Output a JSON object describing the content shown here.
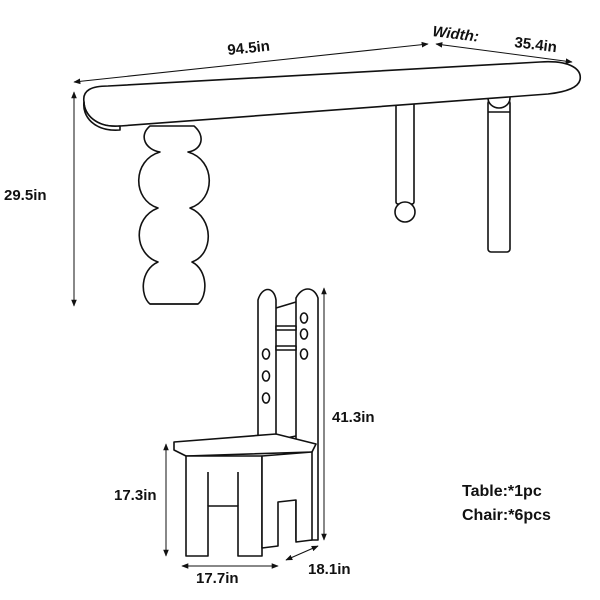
{
  "table": {
    "length_label": "94.5in",
    "width_prefix": "Width:",
    "width_value": "35.4in",
    "height_label": "29.5in"
  },
  "chair": {
    "height_label": "41.3in",
    "seat_height_label": "17.3in",
    "width_label": "17.7in",
    "depth_label": "18.1in"
  },
  "quantities": {
    "table": "Table:*1pc",
    "chair": "Chair:*6pcs"
  },
  "colors": {
    "line": "#111111",
    "background": "#ffffff"
  }
}
